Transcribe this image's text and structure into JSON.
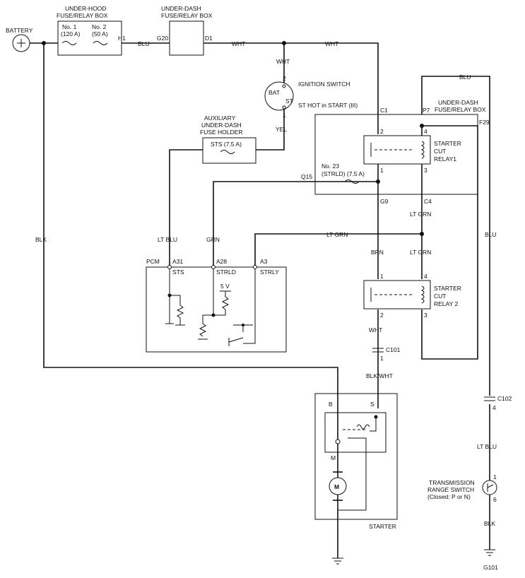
{
  "components": {
    "battery": "BATTERY",
    "uh_box_1": "UNDER-HOOD",
    "uh_box_2": "FUSE/RELAY BOX",
    "fuse1_1": "No. 1",
    "fuse1_2": "(120 A)",
    "fuse2_1": "No. 2",
    "fuse2_2": "(50 A)",
    "ud_box_1": "UNDER-DASH",
    "ud_box_2": "FUSE/RELAY BOX",
    "ign_switch": "IGNITION SWITCH",
    "bat": "BAT",
    "st": "ST",
    "st_hot": "ST HOT in START (III)",
    "aux_1": "AUXILIARY",
    "aux_2": "UNDER-DASH",
    "aux_3": "FUSE HOLDER",
    "sts_fuse": "STS (7.5 A)",
    "ud_box_r1": "UNDER-DASH",
    "ud_box_r2": "FUSE/RELAY BOX",
    "fuse23_1": "No. 23",
    "fuse23_2": "(STRLD) (7.5 A)",
    "relay1_1": "STARTER",
    "relay1_2": "CUT",
    "relay1_3": "RELAY1",
    "relay2_1": "STARTER",
    "relay2_2": "CUT",
    "relay2_3": "RELAY 2",
    "pcm": "PCM",
    "sts": "STS",
    "strld": "STRLD",
    "strly": "STRLY",
    "five_v": "5 V",
    "starter": "STARTER",
    "b": "B",
    "s": "S",
    "m": "M",
    "motor": "M",
    "trs_1": "TRANSMISSION",
    "trs_2": "RANGE SWITCH",
    "trs_3": "(Closed: P or N)",
    "g101": "G101"
  },
  "connectors": {
    "h1": "H1",
    "g20": "G20",
    "d1": "D1",
    "c1": "C1",
    "p7": "P7",
    "f29": "F29",
    "q15": "Q15",
    "g9": "G9",
    "c4": "C4",
    "a31": "A31",
    "a28": "A28",
    "a3": "A3",
    "c101": "C101",
    "c102": "C102"
  },
  "pins": {
    "ign_2": "2",
    "ign_1": "1",
    "r1_2": "2",
    "r1_4": "4",
    "r1_1": "1",
    "r1_3": "3",
    "r2_1": "1",
    "r2_4": "4",
    "r2_2": "2",
    "r2_3": "3",
    "c101_1": "1",
    "c102_4": "4",
    "trs_1": "1",
    "trs_6": "6"
  },
  "wires": {
    "blu_h1": "BLU",
    "wht_d1": "WHT",
    "wht_top": "WHT",
    "wht_ign": "WHT",
    "yel": "YEL",
    "blu_top_right": "BLU",
    "lt_blu_pcm": "LT BLU",
    "grn_pcm": "GRN",
    "lt_grn_c4": "LT GRN",
    "lt_grn_mid": "LT GRN",
    "brn": "BRN",
    "lt_grn_r2": "LT GRN",
    "wht_r2": "WHT",
    "blk_left": "BLK",
    "blu_right": "BLU",
    "blk_wht": "BLK/WHT",
    "lt_blu_trs": "LT BLU",
    "blk_trs": "BLK"
  }
}
